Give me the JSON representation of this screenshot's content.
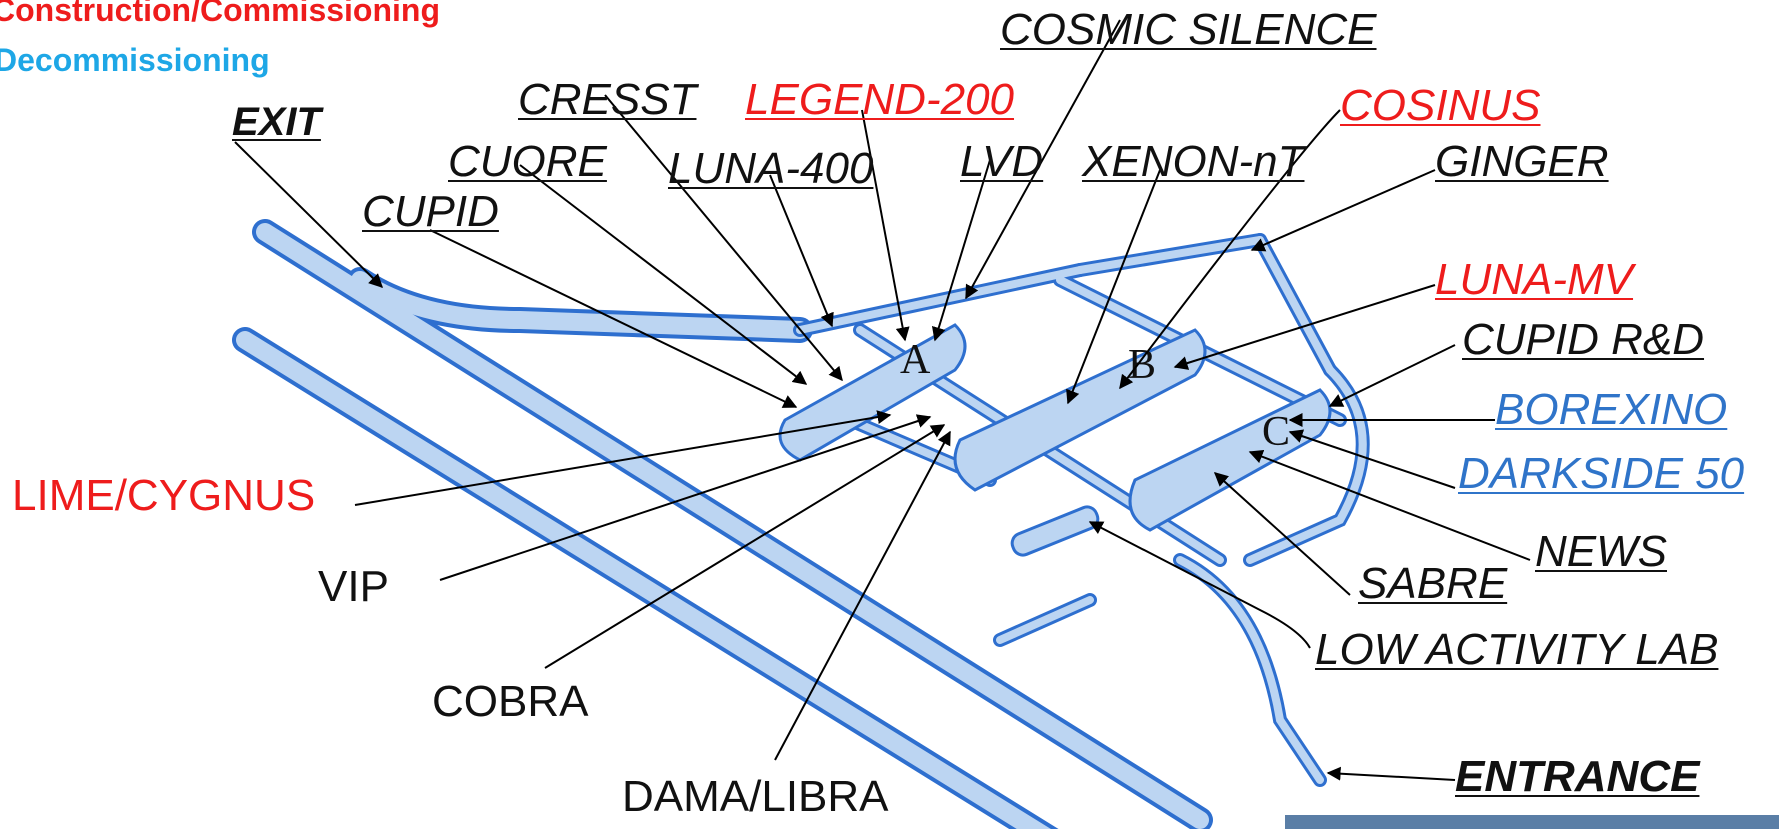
{
  "legend": [
    {
      "label": "Construction/Commissioning",
      "color": "#ee1c1c"
    },
    {
      "label": "Decommissioning",
      "color": "#1ea7e6"
    }
  ],
  "colors": {
    "tunnel_fill": "#bcd5f2",
    "tunnel_stroke": "#2e6fcf",
    "black_label": "#1a1a1a",
    "red_label": "#ee1c1c",
    "blue_label": "#2f74c9"
  },
  "halls": [
    "A",
    "B",
    "C"
  ],
  "labels": {
    "exit": "EXIT",
    "entrance": "ENTRANCE",
    "cosmic_silence": "COSMIC SILENCE",
    "cresst": "CRESST",
    "legend_200": "LEGEND-200",
    "cosinus": "COSINUS",
    "cuore": "CUORE",
    "luna_400": "LUNA-400",
    "lvd": "LVD",
    "xenon_nt": "XENON-nT",
    "ginger": "GINGER",
    "cupid": "CUPID",
    "luna_mv": "LUNA-MV",
    "cupid_rd": "CUPID R&D",
    "borexino": "BOREXINO",
    "darkside_50": "DARKSIDE 50",
    "news": "NEWS",
    "sabre": "SABRE",
    "low_activity_lab": "LOW ACTIVITY LAB",
    "lime_cygnus": "LIME/CYGNUS",
    "vip": "VIP",
    "cobra": "COBRA",
    "dama_libra": "DAMA/LIBRA"
  }
}
